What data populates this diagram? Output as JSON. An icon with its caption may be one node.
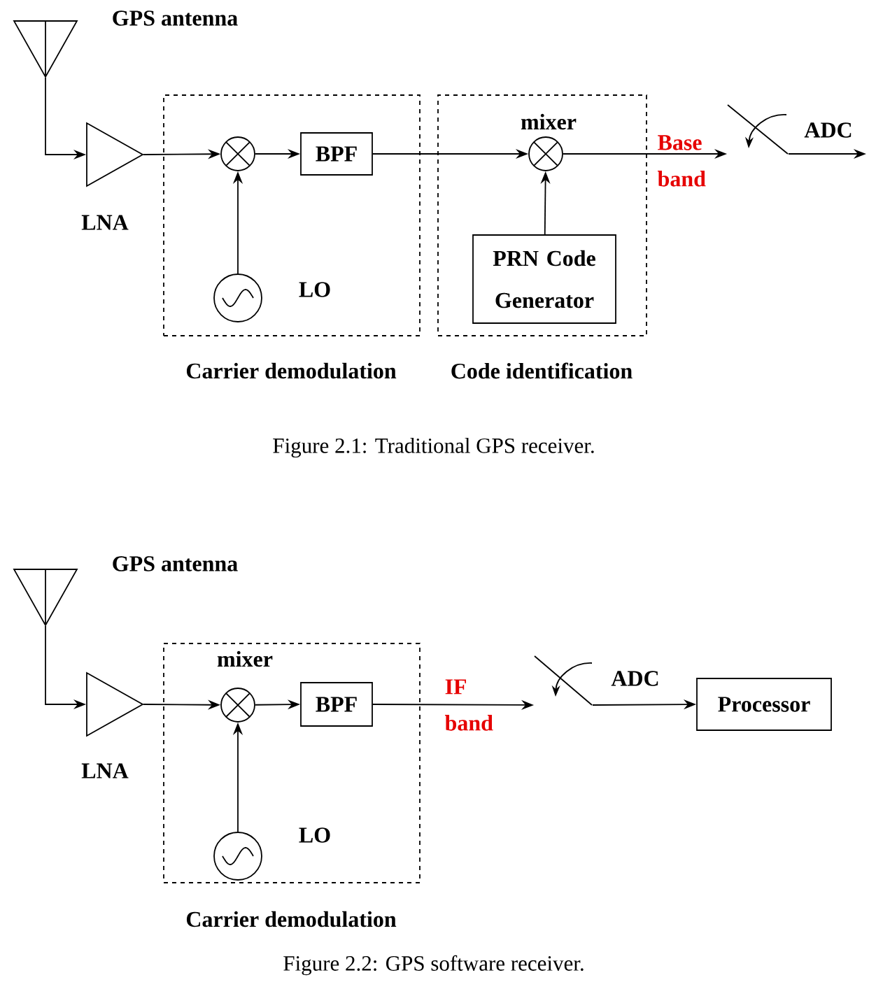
{
  "diagram": {
    "nodes": [
      {
        "text": [
          "Carrier demodulation"
        ]
      },
      {
        "text": [
          "Code identification"
        ]
      },
      {
        "text": [
          "GPS antenna"
        ]
      },
      {
        "text": [],
        "shape": "triangle",
        "beside": [
          "LNA"
        ]
      },
      {
        "text": [],
        "shape": "circle",
        "in": 0
      },
      {
        "text": [
          "BPF"
        ],
        "in": 0
      },
      {
        "text": [],
        "shape": "circle",
        "in": 0,
        "beside": [
          "LO"
        ]
      },
      {
        "text": [],
        "shape": "circle",
        "in": 1,
        "beside": [
          "mixer"
        ]
      },
      {
        "text": [
          "PRN Code Generator"
        ],
        "in": 1
      },
      {
        "text": [],
        "shape": "switch",
        "beside": [
          "ADC"
        ]
      },
      {
        "text": [
          "Carrier demodulation"
        ]
      },
      {
        "text": [
          "GPS antenna"
        ]
      },
      {
        "text": [],
        "shape": "triangle",
        "beside": [
          "LNA"
        ]
      },
      {
        "text": [],
        "shape": "circle",
        "in": 10,
        "beside": [
          "mixer"
        ]
      },
      {
        "text": [
          "BPF"
        ],
        "in": 10
      },
      {
        "text": [],
        "shape": "circle",
        "in": 10,
        "beside": [
          "LO"
        ]
      },
      {
        "text": [],
        "shape": "switch",
        "beside": [
          "ADC"
        ]
      },
      {
        "text": [
          "Processor"
        ]
      }
    ],
    "edges": [
      {
        "from": 2,
        "to": 3,
        "arrow": "to"
      },
      {
        "from": 3,
        "to": 4,
        "arrow": "to"
      },
      {
        "from": 6,
        "to": 4,
        "arrow": "to"
      },
      {
        "from": 4,
        "to": 5,
        "arrow": "to"
      },
      {
        "from": 5,
        "to": 7,
        "arrow": "to"
      },
      {
        "from": 8,
        "to": 7,
        "arrow": "to"
      },
      {
        "from": 7,
        "to": 9,
        "arrow": "to",
        "label": "Base band"
      },
      {
        "from": 9,
        "to": null,
        "arrow": "to"
      },
      {
        "from": 11,
        "to": 12,
        "arrow": "to"
      },
      {
        "from": 12,
        "to": 13,
        "arrow": "to"
      },
      {
        "from": 15,
        "to": 13,
        "arrow": "to"
      },
      {
        "from": 13,
        "to": 14,
        "arrow": "to"
      },
      {
        "from": 14,
        "to": 16,
        "arrow": "to",
        "label": "IF band"
      },
      {
        "from": 16,
        "to": 17,
        "arrow": "to"
      }
    ],
    "labels": [
      "Figure 2.1: Traditional GPS receiver.",
      "Figure 2.2: GPS software receiver."
    ]
  }
}
